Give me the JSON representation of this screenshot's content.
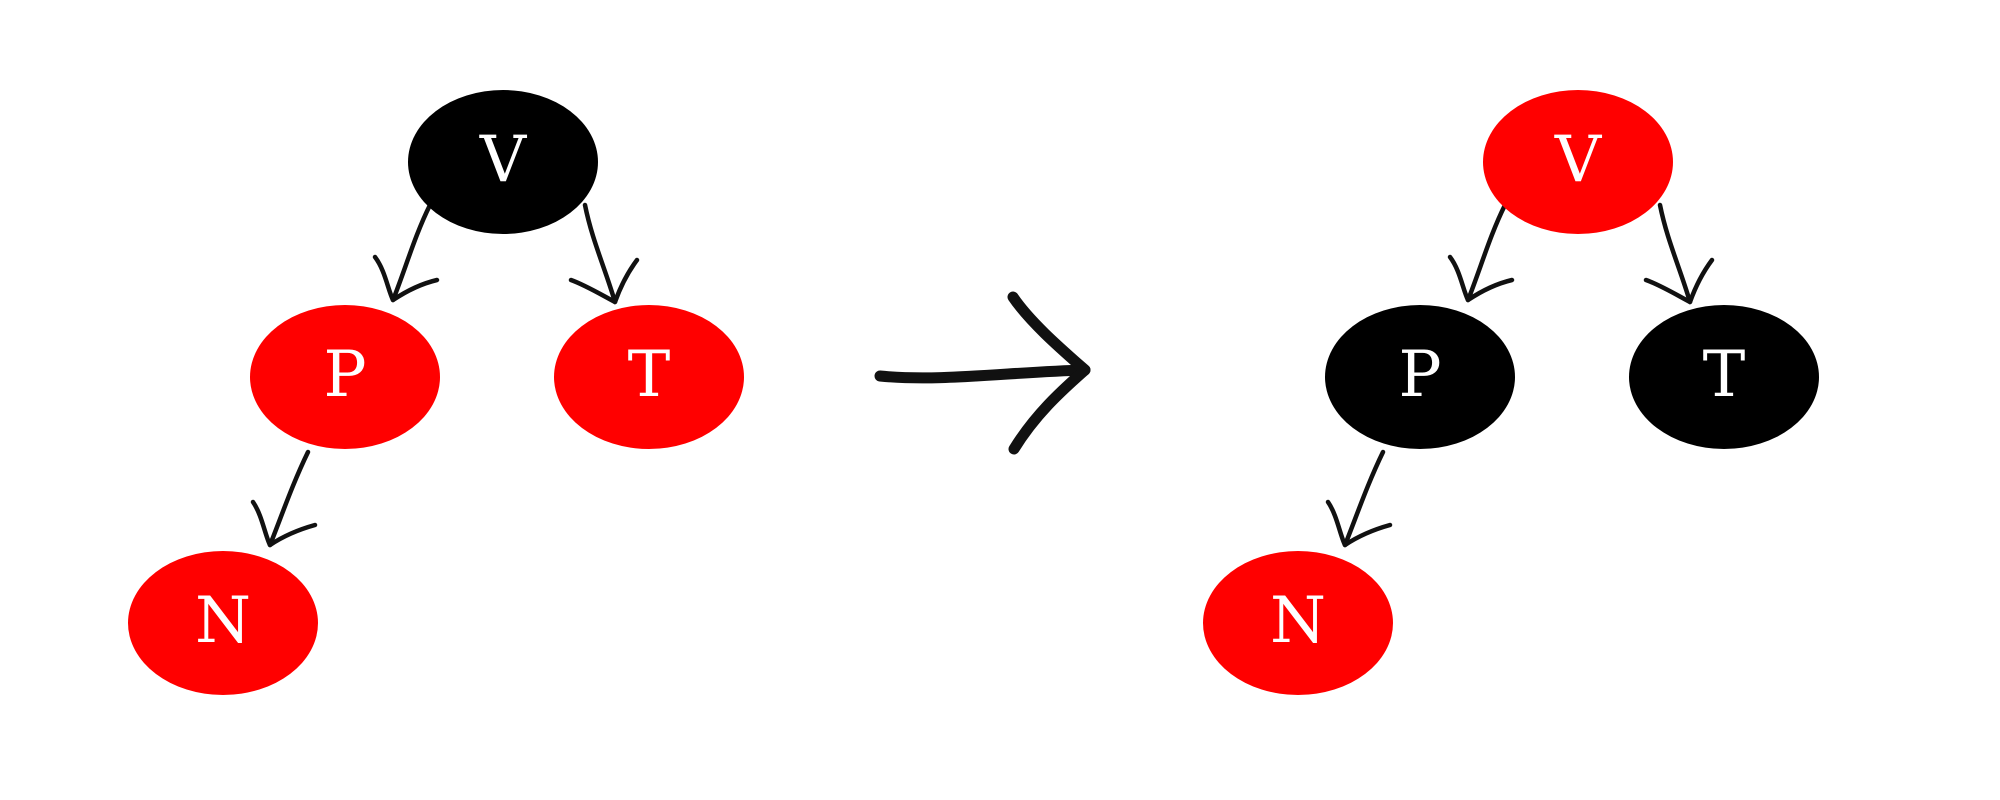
{
  "colors": {
    "red": "#ff0000",
    "black": "#000000",
    "label": "#ffffff",
    "stroke": "#111111"
  },
  "diagram": {
    "before": {
      "nodes": [
        {
          "id": "V",
          "label": "V",
          "color": "black"
        },
        {
          "id": "P",
          "label": "P",
          "color": "red"
        },
        {
          "id": "T",
          "label": "T",
          "color": "red"
        },
        {
          "id": "N",
          "label": "N",
          "color": "red"
        }
      ],
      "edges": [
        {
          "from": "V",
          "to": "P"
        },
        {
          "from": "V",
          "to": "T"
        },
        {
          "from": "P",
          "to": "N"
        }
      ]
    },
    "after": {
      "nodes": [
        {
          "id": "V",
          "label": "V",
          "color": "red"
        },
        {
          "id": "P",
          "label": "P",
          "color": "black"
        },
        {
          "id": "T",
          "label": "T",
          "color": "black"
        },
        {
          "id": "N",
          "label": "N",
          "color": "red"
        }
      ],
      "edges": [
        {
          "from": "V",
          "to": "P"
        },
        {
          "from": "V",
          "to": "T"
        },
        {
          "from": "P",
          "to": "N"
        }
      ]
    },
    "transition_icon": "right-arrow-icon"
  }
}
